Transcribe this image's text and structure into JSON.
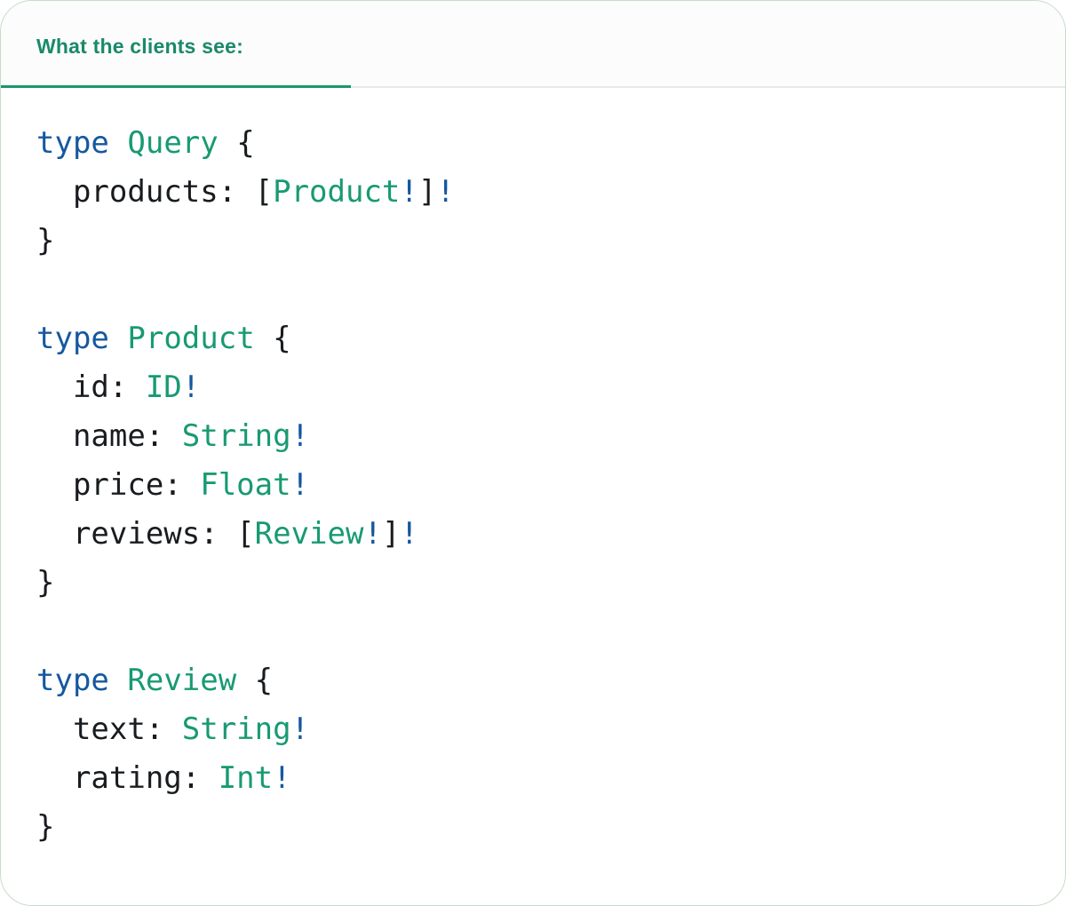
{
  "tab_bar": {
    "active_tab": {
      "label": "What the clients see:"
    }
  },
  "code_block": {
    "lines": [
      [
        {
          "t": "type",
          "c": "kw"
        },
        {
          "t": " ",
          "c": "plain"
        },
        {
          "t": "Query",
          "c": "type"
        },
        {
          "t": " {",
          "c": "plain"
        }
      ],
      [
        {
          "t": "  products: [",
          "c": "plain"
        },
        {
          "t": "Product",
          "c": "type"
        },
        {
          "t": "!",
          "c": "bang"
        },
        {
          "t": "]",
          "c": "plain"
        },
        {
          "t": "!",
          "c": "bang"
        }
      ],
      [
        {
          "t": "}",
          "c": "plain"
        }
      ],
      [],
      [
        {
          "t": "type",
          "c": "kw"
        },
        {
          "t": " ",
          "c": "plain"
        },
        {
          "t": "Product",
          "c": "type"
        },
        {
          "t": " {",
          "c": "plain"
        }
      ],
      [
        {
          "t": "  id: ",
          "c": "plain"
        },
        {
          "t": "ID",
          "c": "type"
        },
        {
          "t": "!",
          "c": "bang"
        }
      ],
      [
        {
          "t": "  name: ",
          "c": "plain"
        },
        {
          "t": "String",
          "c": "type"
        },
        {
          "t": "!",
          "c": "bang"
        }
      ],
      [
        {
          "t": "  price: ",
          "c": "plain"
        },
        {
          "t": "Float",
          "c": "type"
        },
        {
          "t": "!",
          "c": "bang"
        }
      ],
      [
        {
          "t": "  reviews: [",
          "c": "plain"
        },
        {
          "t": "Review",
          "c": "type"
        },
        {
          "t": "!",
          "c": "bang"
        },
        {
          "t": "]",
          "c": "plain"
        },
        {
          "t": "!",
          "c": "bang"
        }
      ],
      [
        {
          "t": "}",
          "c": "plain"
        }
      ],
      [],
      [
        {
          "t": "type",
          "c": "kw"
        },
        {
          "t": " ",
          "c": "plain"
        },
        {
          "t": "Review",
          "c": "type"
        },
        {
          "t": " {",
          "c": "plain"
        }
      ],
      [
        {
          "t": "  text: ",
          "c": "plain"
        },
        {
          "t": "String",
          "c": "type"
        },
        {
          "t": "!",
          "c": "bang"
        }
      ],
      [
        {
          "t": "  rating: ",
          "c": "plain"
        },
        {
          "t": "Int",
          "c": "type"
        },
        {
          "t": "!",
          "c": "bang"
        }
      ],
      [
        {
          "t": "}",
          "c": "plain"
        }
      ]
    ]
  },
  "colors": {
    "keyword": "#1558a0",
    "type_name": "#189a72",
    "bang": "#1558a0",
    "plain": "#191c1f",
    "tab_text": "#1a8a69",
    "tab_underline": "#18976e",
    "divider": "#e8e8e8",
    "strip_bg": "#fcfcfc",
    "panel_border": "#c9dac9"
  }
}
